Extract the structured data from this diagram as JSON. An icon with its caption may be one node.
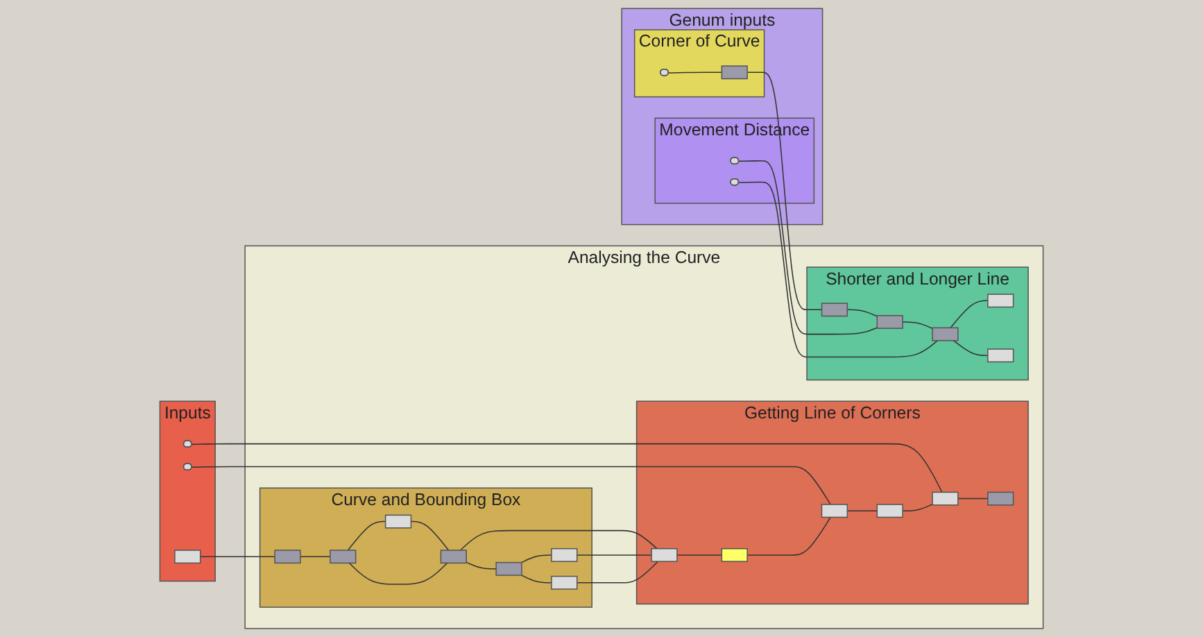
{
  "diagram": {
    "nodes": [
      {
        "text": [
          "Inputs"
        ]
      },
      {
        "text": [],
        "shape": "bar",
        "in": 0
      },
      {
        "text": [],
        "shape": "bar",
        "in": 0
      },
      {
        "text": [],
        "shape": "box",
        "in": 0
      },
      {
        "text": [
          "Analysing the Curve"
        ]
      },
      {
        "text": [
          "Curve and Bounding Box"
        ],
        "in": 4
      },
      {
        "text": [],
        "shape": "box",
        "in": 5
      },
      {
        "text": [],
        "shape": "box",
        "in": 5
      },
      {
        "text": [],
        "shape": "box",
        "in": 5
      },
      {
        "text": [],
        "shape": "box",
        "in": 5
      },
      {
        "text": [],
        "shape": "box",
        "in": 5
      },
      {
        "text": [],
        "shape": "box",
        "in": 5
      },
      {
        "text": [],
        "shape": "box",
        "in": 5
      },
      {
        "text": [
          "Getting Line of Corners"
        ],
        "in": 4
      },
      {
        "text": [],
        "shape": "box",
        "in": 13
      },
      {
        "text": [],
        "shape": "box",
        "in": 13
      },
      {
        "text": [],
        "shape": "box",
        "in": 13
      },
      {
        "text": [],
        "shape": "box",
        "in": 13
      },
      {
        "text": [],
        "shape": "box",
        "in": 13
      },
      {
        "text": [],
        "shape": "box",
        "in": 13
      },
      {
        "text": [
          "Shorter and Longer Line"
        ],
        "in": 4
      },
      {
        "text": [],
        "shape": "box",
        "in": 20
      },
      {
        "text": [],
        "shape": "box",
        "in": 20
      },
      {
        "text": [],
        "shape": "box",
        "in": 20
      },
      {
        "text": [],
        "shape": "box",
        "in": 20
      },
      {
        "text": [],
        "shape": "box",
        "in": 20
      },
      {
        "text": [
          "Genum inputs"
        ]
      },
      {
        "text": [
          "Corner of Curve"
        ],
        "in": 26
      },
      {
        "text": [],
        "shape": "bar",
        "in": 27
      },
      {
        "text": [],
        "shape": "box",
        "in": 27
      },
      {
        "text": [
          "Movement Distance"
        ],
        "in": 26
      },
      {
        "text": [],
        "shape": "bar",
        "in": 30
      },
      {
        "text": [],
        "shape": "bar",
        "in": 30
      }
    ],
    "edges": [
      {
        "from": 3,
        "to": 6,
        "arrow": "none"
      },
      {
        "from": 6,
        "to": 7,
        "arrow": "none"
      },
      {
        "from": 7,
        "to": 8,
        "arrow": "none"
      },
      {
        "from": 8,
        "to": 9,
        "arrow": "none"
      },
      {
        "from": 7,
        "to": 9,
        "arrow": "none"
      },
      {
        "from": 9,
        "to": 10,
        "arrow": "none"
      },
      {
        "from": 9,
        "to": 19,
        "arrow": "none"
      },
      {
        "from": 10,
        "to": 11,
        "arrow": "none"
      },
      {
        "from": 10,
        "to": 12,
        "arrow": "none"
      },
      {
        "from": 11,
        "to": 19,
        "arrow": "none"
      },
      {
        "from": 12,
        "to": 19,
        "arrow": "none"
      },
      {
        "from": 1,
        "to": 14,
        "arrow": "none"
      },
      {
        "from": 2,
        "to": 18,
        "arrow": "none"
      },
      {
        "from": 19,
        "to": 17,
        "arrow": "none"
      },
      {
        "from": 17,
        "to": 18,
        "arrow": "none"
      },
      {
        "from": 18,
        "to": 16,
        "arrow": "none"
      },
      {
        "from": 16,
        "to": 14,
        "arrow": "none"
      },
      {
        "from": 14,
        "to": 15,
        "arrow": "none"
      },
      {
        "from": 28,
        "to": 29,
        "arrow": "none"
      },
      {
        "from": 29,
        "to": 21,
        "arrow": "none"
      },
      {
        "from": 21,
        "to": 25,
        "arrow": "none"
      },
      {
        "from": 25,
        "to": 22,
        "arrow": "none"
      },
      {
        "from": 22,
        "to": 23,
        "arrow": "none"
      },
      {
        "from": 22,
        "to": 24,
        "arrow": "none"
      },
      {
        "from": 31,
        "to": 25,
        "arrow": "none"
      },
      {
        "from": 32,
        "to": 22,
        "arrow": "none"
      }
    ]
  }
}
